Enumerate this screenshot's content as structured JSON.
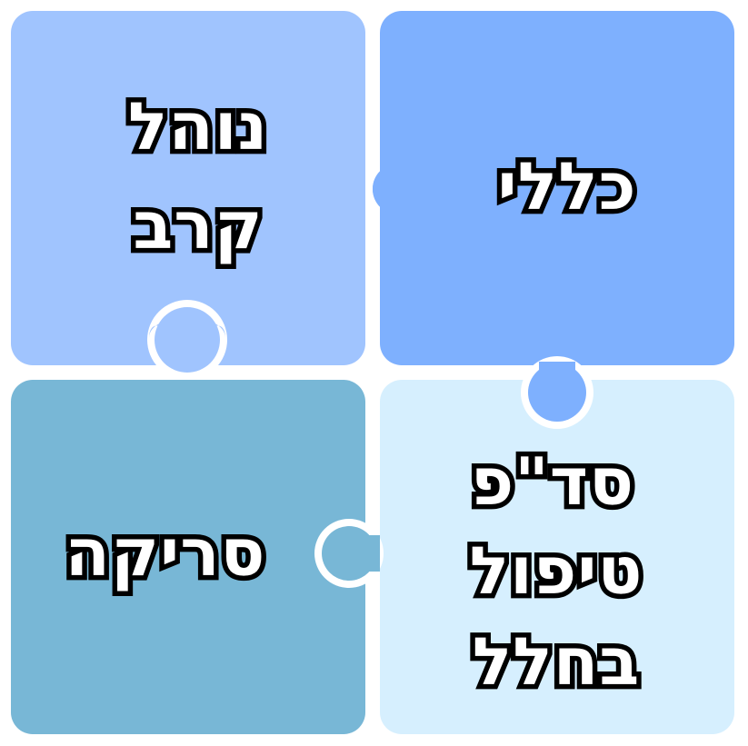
{
  "pieces": {
    "top_left": {
      "lines": [
        "נוהל",
        "קרב"
      ],
      "color": "#a0c4fe"
    },
    "top_right": {
      "lines": [
        "כללי"
      ],
      "color": "#7eb0fe"
    },
    "bottom_left": {
      "lines": [
        "סריקה"
      ],
      "color": "#78b7d6"
    },
    "bottom_right": {
      "lines": [
        "סד\"פ",
        "טיפול",
        "בחלל"
      ],
      "color": "#d6effe"
    }
  },
  "colors": {
    "background": "#ffffff",
    "text_fill": "#ffffff",
    "text_outline": "#000000"
  }
}
